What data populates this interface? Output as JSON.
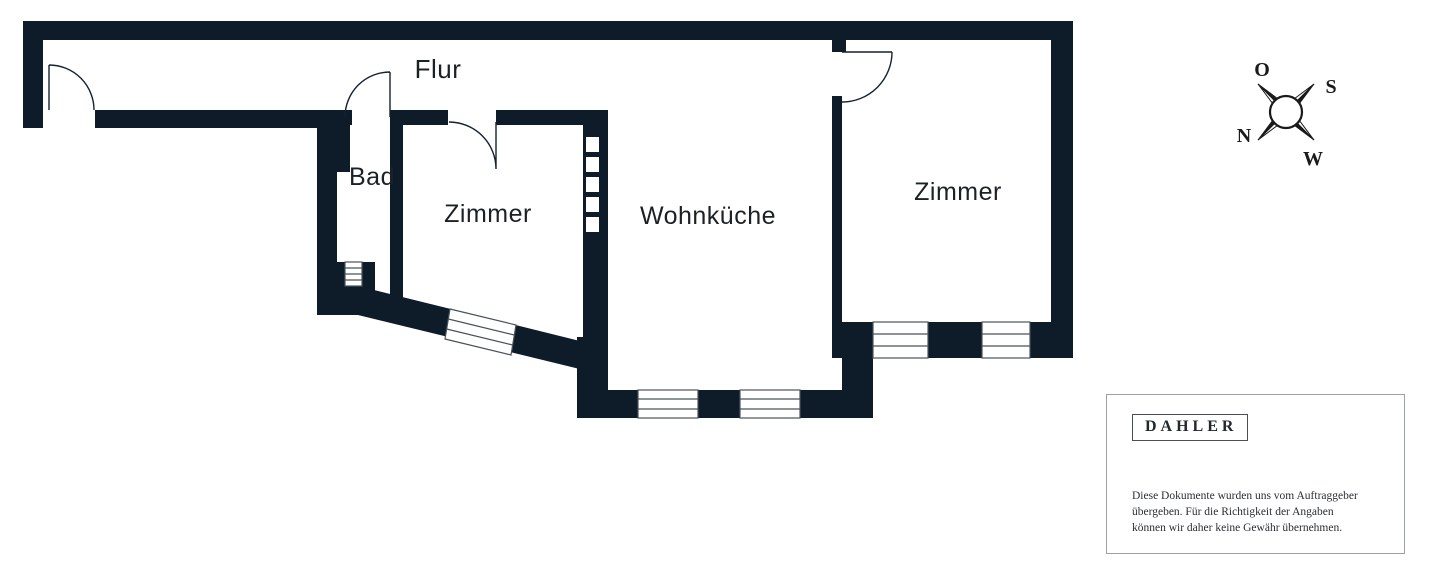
{
  "floorplan": {
    "rooms": [
      {
        "id": "flur",
        "label": "Flur"
      },
      {
        "id": "bad",
        "label": "Bad"
      },
      {
        "id": "zimmer_left",
        "label": "Zimmer"
      },
      {
        "id": "wohnkueche",
        "label": "Wohnküche"
      },
      {
        "id": "zimmer_right",
        "label": "Zimmer"
      }
    ]
  },
  "compass": {
    "north": "N",
    "east": "O",
    "south": "S",
    "west": "W"
  },
  "branding": {
    "logo_text": "DAHLER",
    "disclaimer_line1": "Diese Dokumente wurden uns vom Auftraggeber",
    "disclaimer_line2": "übergeben. Für die Richtigkeit der Angaben",
    "disclaimer_line3": "können wir daher keine Gewähr übernehmen."
  },
  "colors": {
    "wall": "#0e1b29",
    "door_line": "#14222f",
    "window_line": "#49535c",
    "text": "#1c2126",
    "compass_ink": "#1a1a1a"
  }
}
